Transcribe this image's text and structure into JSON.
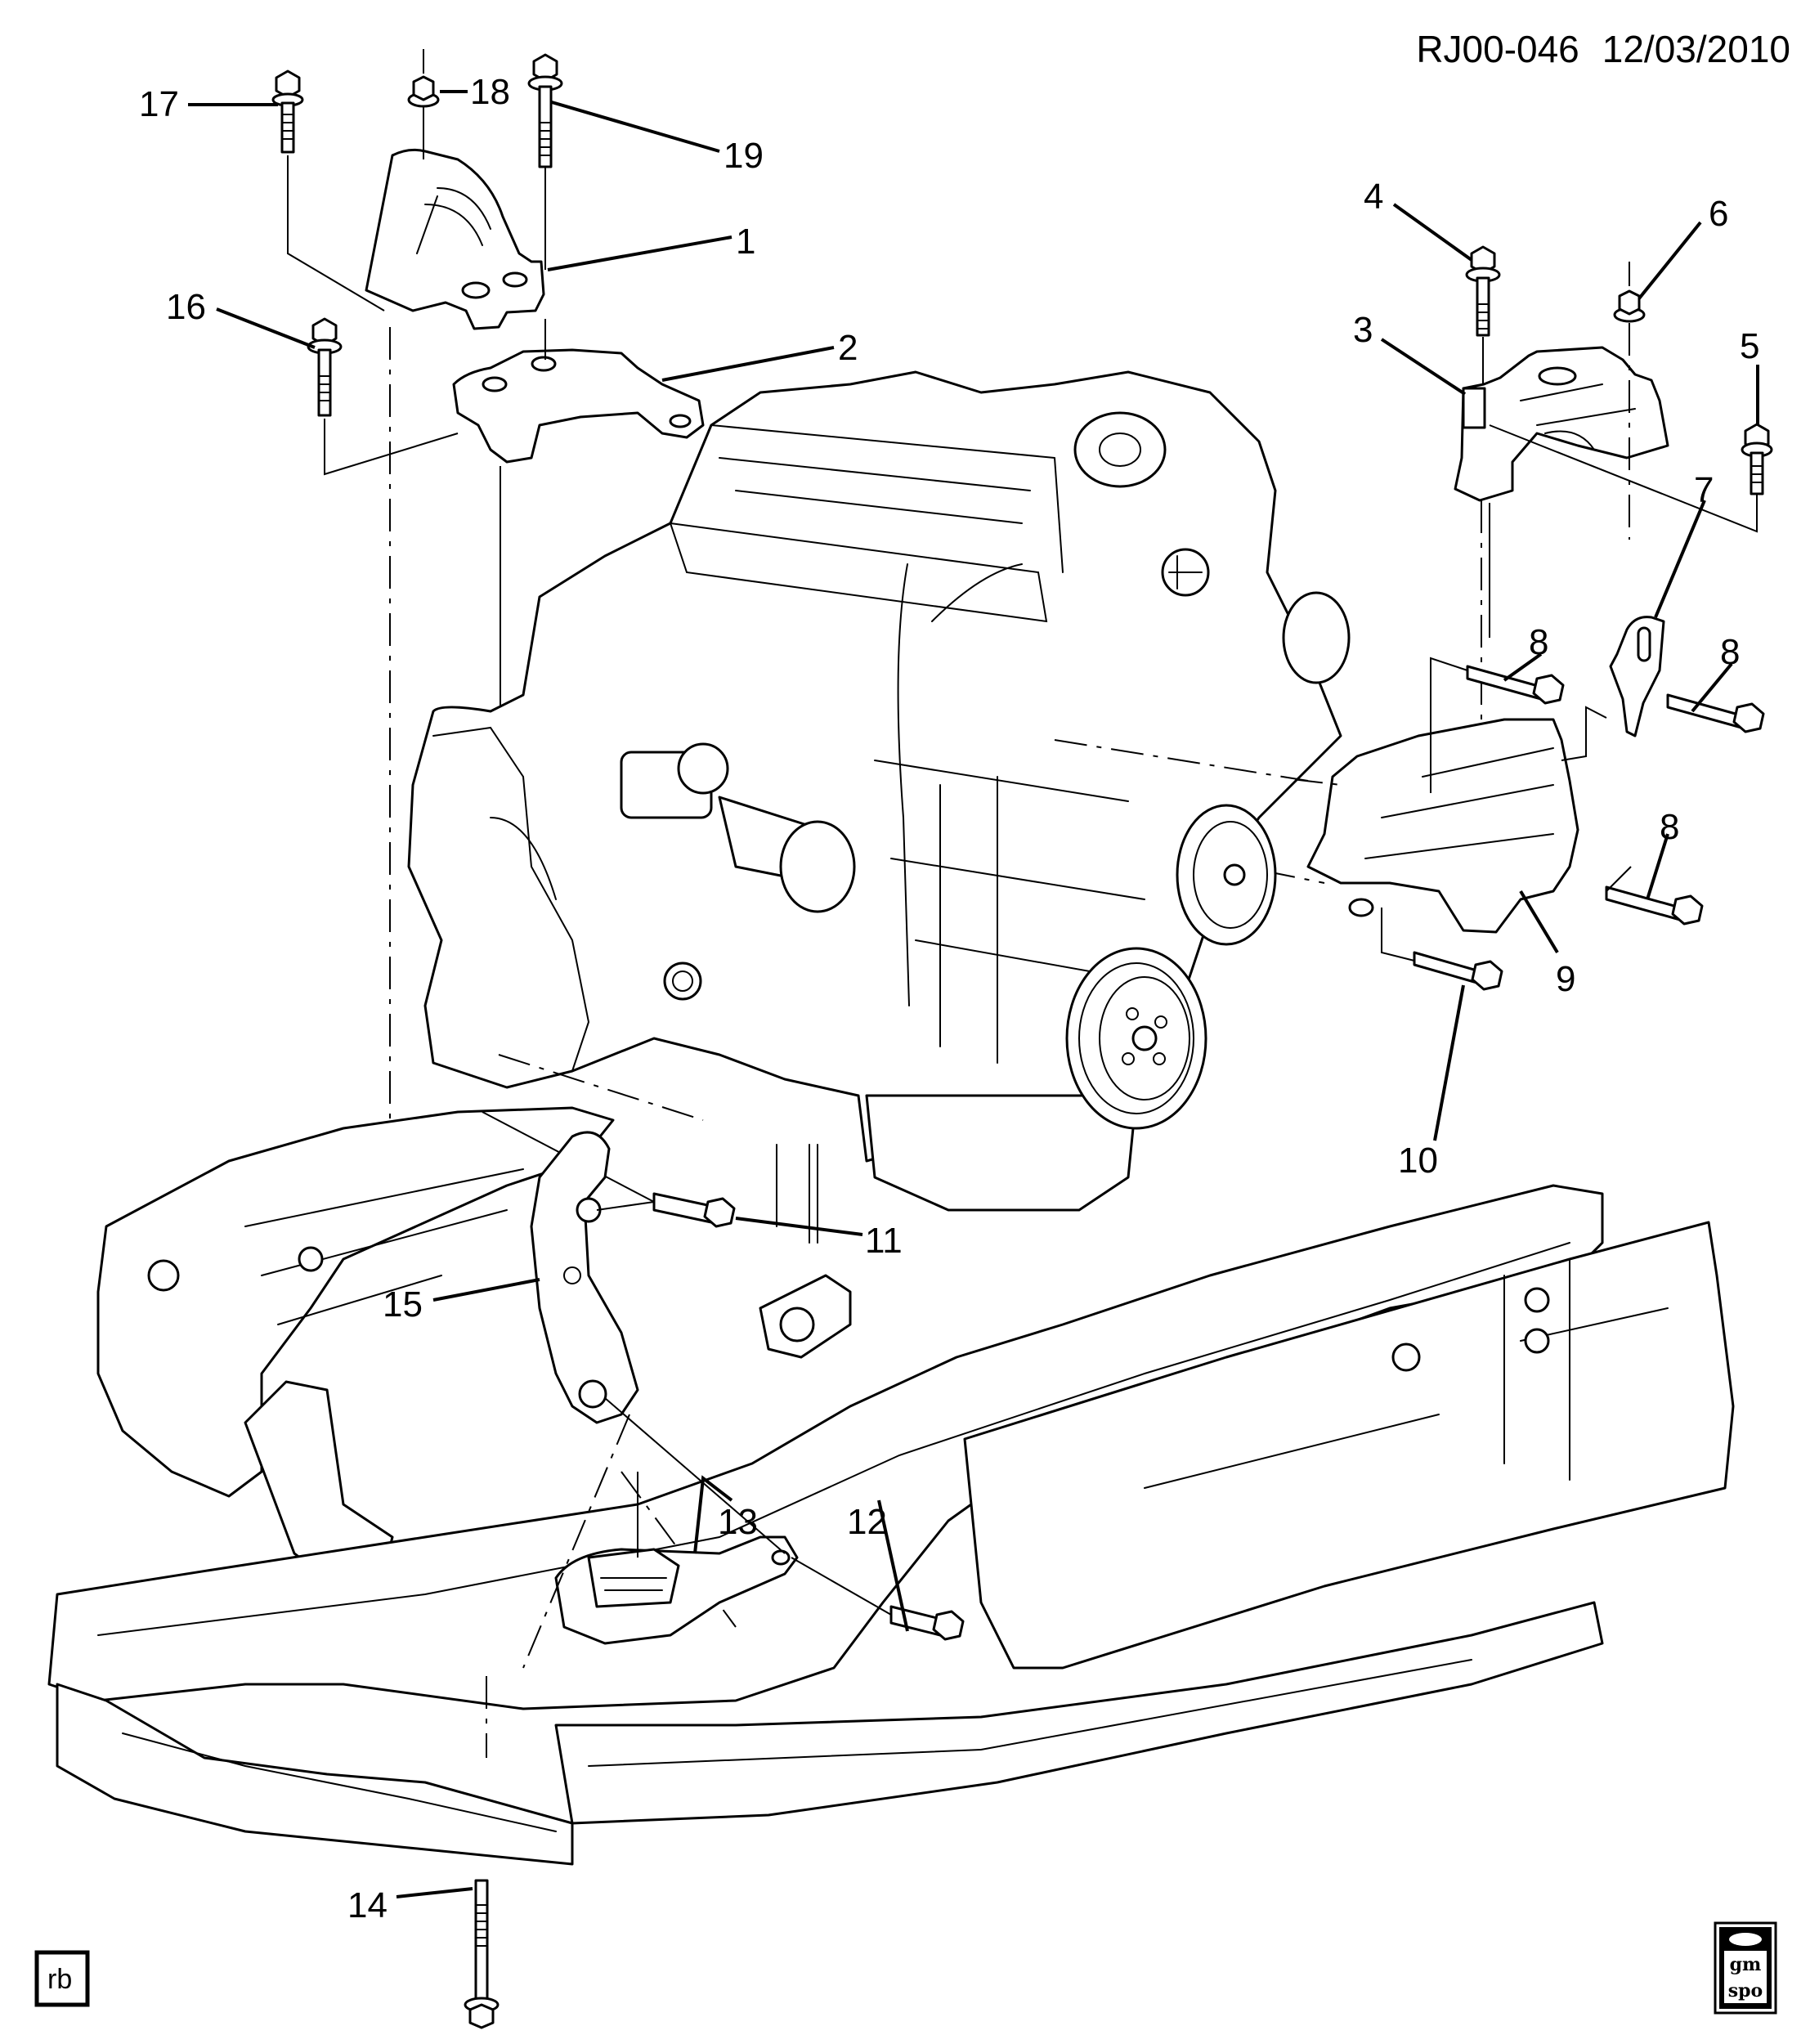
{
  "header": {
    "diagram_code": "RJ00-046",
    "date": "12/03/2010"
  },
  "callouts": [
    {
      "id": "1",
      "text": "1"
    },
    {
      "id": "2",
      "text": "2"
    },
    {
      "id": "3",
      "text": "3"
    },
    {
      "id": "4",
      "text": "4"
    },
    {
      "id": "5",
      "text": "5"
    },
    {
      "id": "6",
      "text": "6"
    },
    {
      "id": "7",
      "text": "7"
    },
    {
      "id": "8a",
      "text": "8"
    },
    {
      "id": "8b",
      "text": "8"
    },
    {
      "id": "8c",
      "text": "8"
    },
    {
      "id": "9",
      "text": "9"
    },
    {
      "id": "10",
      "text": "10"
    },
    {
      "id": "11",
      "text": "11"
    },
    {
      "id": "12",
      "text": "12"
    },
    {
      "id": "13",
      "text": "13"
    },
    {
      "id": "14",
      "text": "14"
    },
    {
      "id": "15",
      "text": "15"
    },
    {
      "id": "16",
      "text": "16"
    },
    {
      "id": "17",
      "text": "17"
    },
    {
      "id": "18",
      "text": "18"
    },
    {
      "id": "19",
      "text": "19"
    }
  ],
  "footer": {
    "illustrator_tag": "rb",
    "logo_line1": "gm",
    "logo_line2": "spo"
  },
  "colors": {
    "ink": "#000000",
    "paper": "#ffffff"
  }
}
